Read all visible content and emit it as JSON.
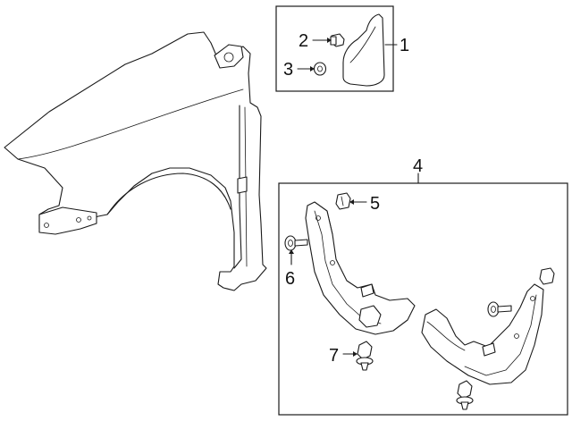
{
  "callouts": {
    "c1": "1",
    "c2": "2",
    "c3": "3",
    "c4": "4",
    "c5": "5",
    "c6": "6",
    "c7": "7"
  },
  "parts": [
    {
      "callout": "1",
      "icon": "splash-guard-icon"
    },
    {
      "callout": "2",
      "icon": "clip-icon"
    },
    {
      "callout": "3",
      "icon": "washer-icon"
    },
    {
      "callout": "4",
      "icon": "mud-guard-set-icon"
    },
    {
      "callout": "5",
      "icon": "nut-clip-icon"
    },
    {
      "callout": "6",
      "icon": "screw-icon"
    },
    {
      "callout": "7",
      "icon": "push-rivet-icon"
    }
  ]
}
